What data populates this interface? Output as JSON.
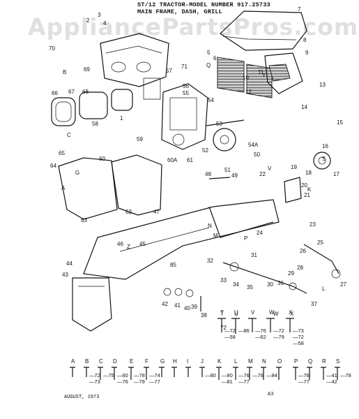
{
  "header": {
    "line1": "ST/12 TRACTOR-MODEL NUMBER 917.25733",
    "line2": "MAIN FRAME, DASH, GRILL"
  },
  "watermark": "AppliancePartsPros.com",
  "callouts": [
    "1",
    "2",
    "3",
    "4",
    "5",
    "6",
    "7",
    "8",
    "9",
    "10",
    "11",
    "12",
    "13",
    "14",
    "15",
    "16",
    "17",
    "18",
    "19",
    "20",
    "21",
    "22",
    "23",
    "24",
    "25",
    "26",
    "27",
    "28",
    "29",
    "30",
    "31",
    "32",
    "33",
    "34",
    "35",
    "36",
    "37",
    "38",
    "39",
    "40",
    "41",
    "42",
    "43",
    "44",
    "45",
    "46",
    "47",
    "48",
    "49",
    "50",
    "51",
    "52",
    "53",
    "54",
    "54A",
    "55",
    "56",
    "57",
    "58",
    "59",
    "60",
    "60A",
    "61",
    "62",
    "63",
    "64",
    "65",
    "66",
    "67",
    "68",
    "69",
    "70",
    "71",
    "72",
    "85",
    "A",
    "B",
    "C",
    "G",
    "K",
    "L",
    "M",
    "N",
    "P",
    "Q",
    "S",
    "T",
    "U",
    "V",
    "W",
    "X",
    "Y",
    "Z"
  ],
  "hardware_top": [
    {
      "letter": "T",
      "refs": [
        "72",
        "58"
      ]
    },
    {
      "letter": "U",
      "refs": [
        "86"
      ]
    },
    {
      "letter": "V",
      "refs": [
        "76",
        "62"
      ]
    },
    {
      "letter": "W",
      "refs": [
        "72",
        "79"
      ]
    },
    {
      "letter": "X",
      "refs": [
        "73",
        "72",
        "58"
      ]
    }
  ],
  "hardware_bottom": [
    {
      "letter": "A",
      "refs": []
    },
    {
      "letter": "B",
      "refs": [
        "72",
        "73"
      ]
    },
    {
      "letter": "C",
      "refs": [
        "75"
      ]
    },
    {
      "letter": "D",
      "refs": [
        "60",
        "76"
      ]
    },
    {
      "letter": "E",
      "refs": [
        "78",
        "79"
      ]
    },
    {
      "letter": "F",
      "refs": [
        "74",
        "77"
      ]
    },
    {
      "letter": "G",
      "refs": []
    },
    {
      "letter": "H",
      "refs": []
    },
    {
      "letter": "I",
      "refs": []
    },
    {
      "letter": "J",
      "refs": [
        "80"
      ]
    },
    {
      "letter": "K",
      "refs": [
        "80",
        "81"
      ]
    },
    {
      "letter": "L",
      "refs": [
        "76",
        "77"
      ]
    },
    {
      "letter": "M",
      "refs": [
        "76"
      ]
    },
    {
      "letter": "N",
      "refs": [
        "84"
      ]
    },
    {
      "letter": "O",
      "refs": []
    },
    {
      "letter": "P",
      "refs": [
        "76",
        "77"
      ]
    },
    {
      "letter": "Q",
      "refs": []
    },
    {
      "letter": "R",
      "refs": [
        "41",
        "42"
      ]
    },
    {
      "letter": "S",
      "refs": [
        "78"
      ]
    }
  ],
  "footer": {
    "date": "AUGUST, 1973",
    "page": "A3"
  }
}
